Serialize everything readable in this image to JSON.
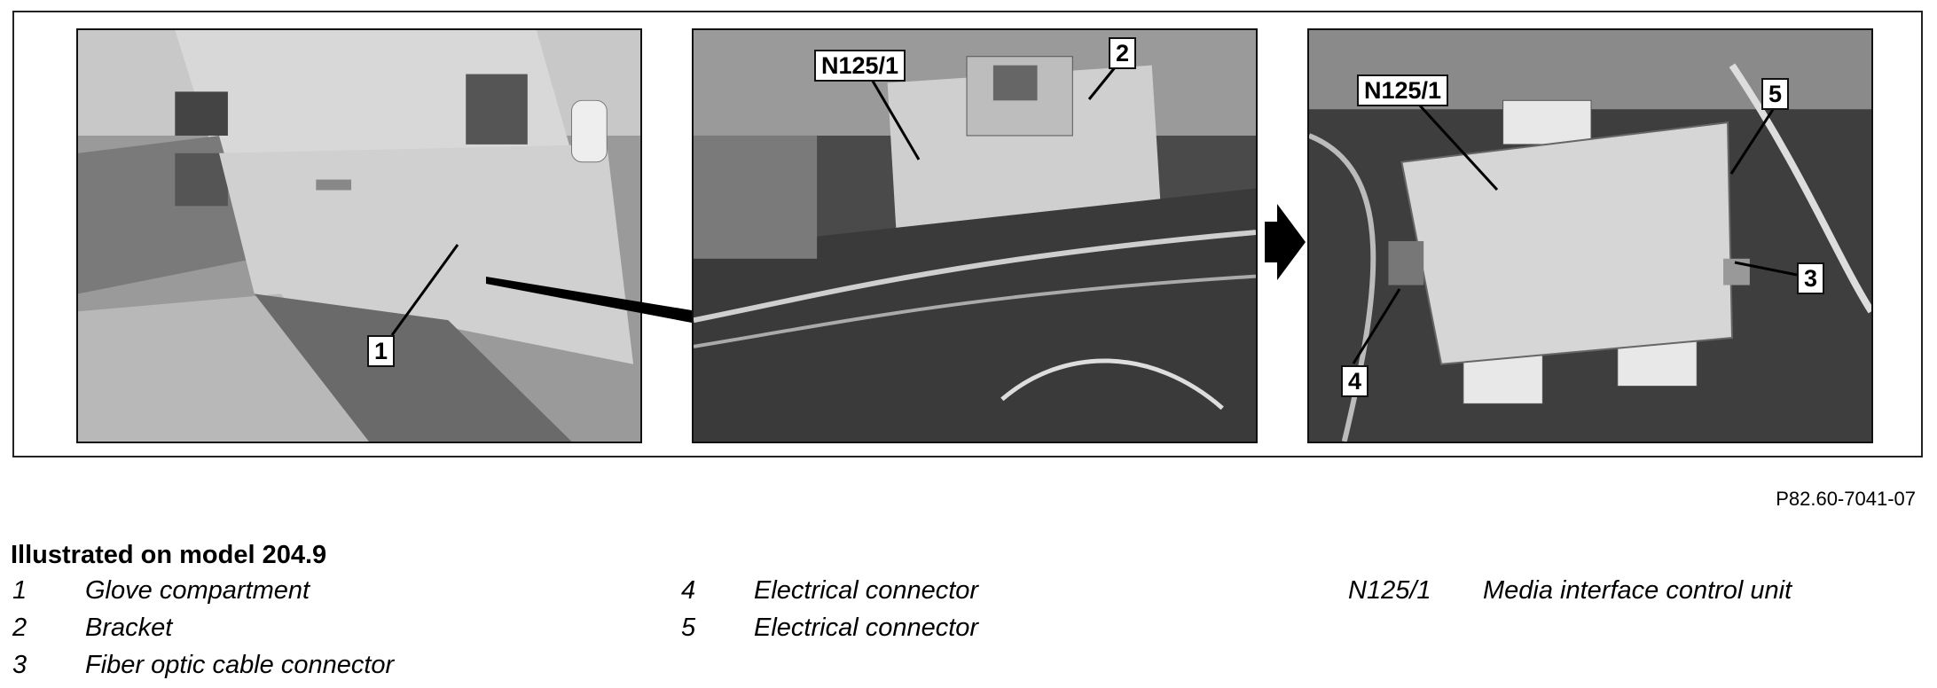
{
  "figure": {
    "callouts": {
      "c1": "1",
      "c2": "2",
      "c3": "3",
      "c4": "4",
      "c5": "5",
      "n125_p2": "N125/1",
      "n125_p3": "N125/1"
    },
    "figure_code": "P82.60-7041-07"
  },
  "legend": {
    "title": "Illustrated on model 204.9",
    "items": [
      {
        "key": "1",
        "label": "Glove compartment"
      },
      {
        "key": "2",
        "label": "Bracket"
      },
      {
        "key": "3",
        "label": "Fiber optic cable connector"
      },
      {
        "key": "4",
        "label": "Electrical connector"
      },
      {
        "key": "5",
        "label": "Electrical connector"
      },
      {
        "key": "N125/1",
        "label": "Media interface control unit"
      }
    ]
  }
}
